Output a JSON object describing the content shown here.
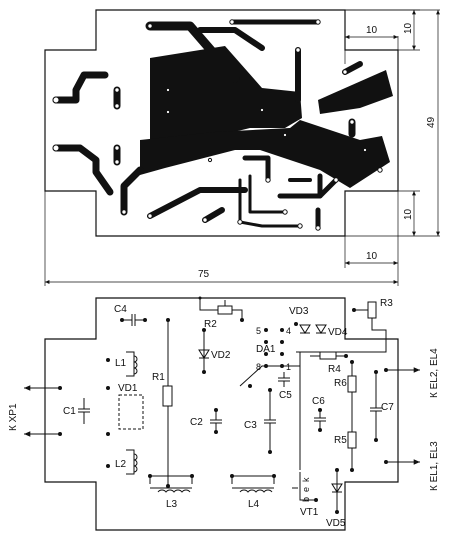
{
  "dimensions": {
    "width": "75",
    "height": "49",
    "tab_right_top": "10",
    "tab_right_bottom": "10",
    "notch_top": "10",
    "notch_bottom": "10"
  },
  "components": {
    "C4": "C4",
    "R2": "R2",
    "R3": "R3",
    "VD3": "VD3",
    "VD4": "VD4",
    "VD2": "VD2",
    "DA1": "DA1",
    "R4": "R4",
    "C5": "C5",
    "R6": "R6",
    "C7": "C7",
    "C6": "C6",
    "R5": "R5",
    "L1": "L1",
    "VD1": "VD1",
    "R1": "R1",
    "C1": "C1",
    "C2": "C2",
    "C3": "C3",
    "L2": "L2",
    "L3": "L3",
    "L4": "L4",
    "VT1": "VT1",
    "VD5": "VD5"
  },
  "pins": {
    "p5": "5",
    "p4": "4",
    "p8": "8",
    "p1": "1"
  },
  "transistor_pins": {
    "k": "k",
    "e": "e",
    "b": "b"
  },
  "connectors": {
    "xp1": "К XP1",
    "el2_el4": "К EL2, EL4",
    "el1_el3": "К EL1, EL3"
  },
  "colors": {
    "ink": "#111111",
    "paper": "#ffffff"
  }
}
